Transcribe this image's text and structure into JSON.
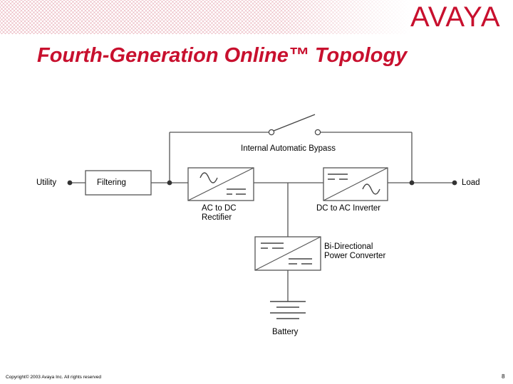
{
  "header": {
    "logo_text": "AVAYA",
    "title": "Fourth-Generation Online™ Topology"
  },
  "diagram": {
    "labels": {
      "bypass": "Internal Automatic Bypass",
      "utility": "Utility",
      "filtering": "Filtering",
      "load": "Load",
      "rectifier": "AC to DC\nRectifier",
      "inverter": "DC to AC Inverter",
      "bidirectional": "Bi-Directional\nPower Converter",
      "battery": "Battery"
    },
    "icons": [
      "switch-icon",
      "sine-wave-icon",
      "dc-symbol-icon",
      "battery-ground-icon",
      "crosshatch-pattern"
    ]
  },
  "footer": {
    "copyright": "Copyright© 2003 Avaya Inc. All rights reserved",
    "page_number": "8"
  },
  "colors": {
    "brand_red": "#c8102e",
    "line": "#555555"
  }
}
